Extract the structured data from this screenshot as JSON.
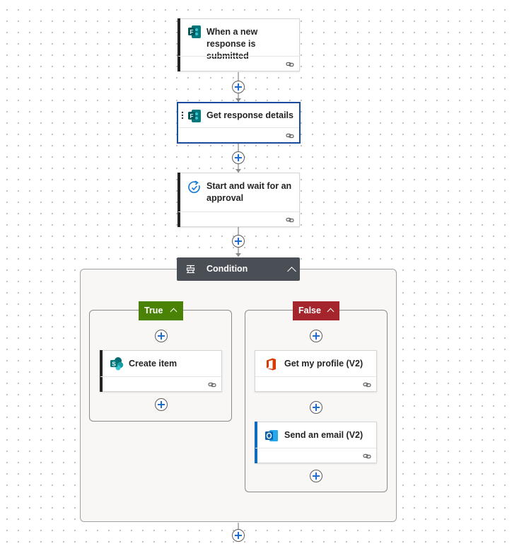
{
  "steps": {
    "trigger": {
      "title": "When a new response is submitted",
      "icon": "microsoft-forms-icon"
    },
    "get_details": {
      "title": "Get response details",
      "icon": "microsoft-forms-icon"
    },
    "approval": {
      "title": "Start and wait for an approval",
      "icon": "approvals-icon"
    }
  },
  "condition": {
    "label": "Condition",
    "icon": "condition-icon"
  },
  "branches": {
    "true": {
      "label": "True",
      "color": "#498205",
      "actions": [
        {
          "title": "Create item",
          "icon": "sharepoint-icon"
        }
      ]
    },
    "false": {
      "label": "False",
      "color": "#a4262c",
      "actions": [
        {
          "title": "Get my profile (V2)",
          "icon": "office365-icon"
        },
        {
          "title": "Send an email (V2)",
          "icon": "outlook-icon"
        }
      ]
    }
  },
  "colors": {
    "accent": "#1f6cd1",
    "selected_border": "#1b4d9e",
    "condition_header": "#4a4e55"
  }
}
